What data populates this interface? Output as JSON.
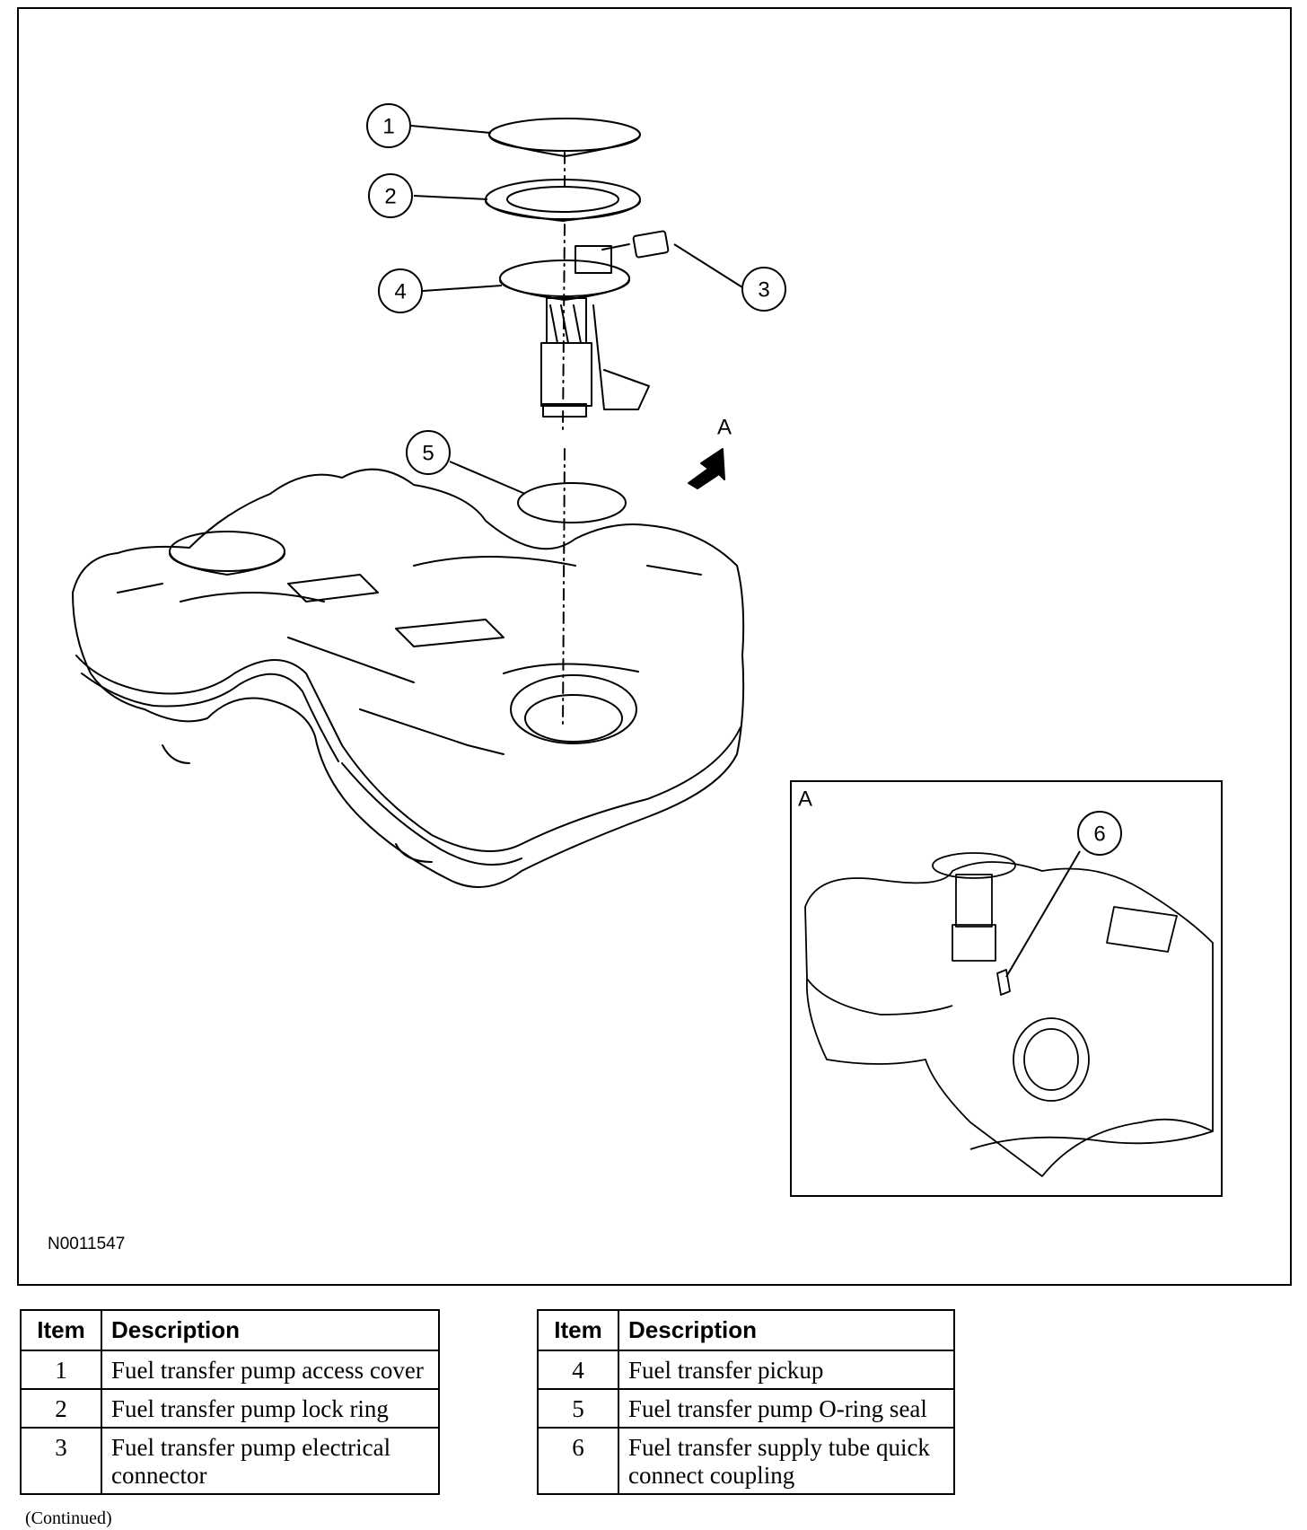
{
  "figure": {
    "id": "N0011547",
    "view_label": "A",
    "inset_label": "A",
    "callouts": [
      "1",
      "2",
      "3",
      "4",
      "5",
      "6"
    ]
  },
  "legend_headers": {
    "item": "Item",
    "description": "Description"
  },
  "legend_left": [
    {
      "item": "1",
      "description": "Fuel transfer pump access cover"
    },
    {
      "item": "2",
      "description": "Fuel transfer pump lock ring"
    },
    {
      "item": "3",
      "description": "Fuel transfer pump electrical connector"
    }
  ],
  "legend_right": [
    {
      "item": "4",
      "description": "Fuel transfer pickup"
    },
    {
      "item": "5",
      "description": "Fuel transfer pump O-ring seal"
    },
    {
      "item": "6",
      "description": "Fuel transfer supply tube quick connect coupling"
    }
  ],
  "continued": "(Continued)"
}
